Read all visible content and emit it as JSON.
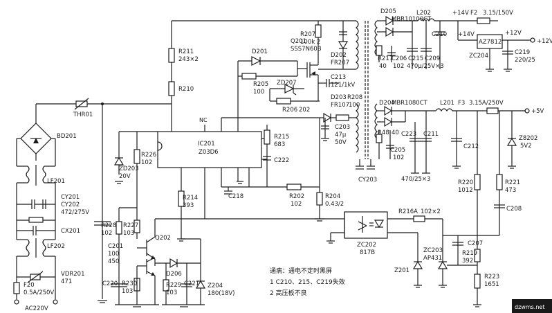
{
  "components": {
    "bd201": "BD201",
    "lf201": "LF201",
    "cy201": "CY201",
    "cy202": "CY202",
    "cy202_val": "472/275V",
    "cx201": "CX201",
    "lf202": "LF202",
    "vdr201": "VDR201",
    "vdr201_val": "471",
    "f20": "F20",
    "f20_val": "0.5A/250V",
    "ac_in": "AC220V",
    "thr01": "THR01",
    "r211": "R211",
    "r211_val": "243×2",
    "r210": "R210",
    "r207": "R207",
    "r207_val": "100k 2",
    "d201": "D201",
    "q201": "Q201",
    "q201_val": "SSS7N60B",
    "d202": "D202",
    "d202_val": "FR207",
    "r205": "R205",
    "r205_val": "100",
    "zd207": "ZD207",
    "c213": "C213",
    "c213_val": "121/1kV",
    "r206": "R206",
    "r206_val": "202",
    "d203": "D203",
    "d203_val": "FR107",
    "r208": "R208",
    "r208_val": "100",
    "c203": "C203",
    "c203_val1": "47μ",
    "c203_val2": "50V",
    "ic201": "IC201",
    "ic201_val": "Z03D6",
    "ic_nc": "NC",
    "r215": "R215",
    "r215_val": "683",
    "c222": "C222",
    "c218": "C218",
    "r202": "R202",
    "r202_val": "102",
    "r204": "R204",
    "r204_val": "0.43/2",
    "r226": "R226",
    "r226_val": "102",
    "zd203": "ZD203",
    "zd203_val": "20V",
    "r214": "R214",
    "r214_val": "393",
    "r228": "R228",
    "r228_val": "102",
    "r227": "R227",
    "r227_val": "103",
    "q202": "Q202",
    "c201": "C201",
    "c201_val1": "100",
    "c201_val2": "450",
    "c220": "C220",
    "r230": "R230",
    "r230_val": "103",
    "d206": "D206",
    "r229": "R229",
    "r229_val": "103",
    "c221": "C221",
    "z204": "Z204",
    "z204_val": "180(18V)",
    "d205": "D205",
    "d205_val": "MBR10100CT",
    "l202": "L202",
    "v14": "+14V",
    "f2": "F2",
    "f2_val": "3.15/150V",
    "r217": "R217",
    "r217_val": "40",
    "c206": "C206",
    "c206_val": "102",
    "c215": "C215",
    "c209": "C209",
    "c209_val": "470μ/25V×3",
    "c210": "C210",
    "v14b": "+14V",
    "az7812": "AZ7812",
    "zc204": "ZC204",
    "v12": "+12V",
    "v12out": "+12V",
    "c219": "C219",
    "c219_val": "220/25",
    "d204": "D204",
    "d204_val": "MBR1080CT",
    "l201": "L201",
    "f3": "F3",
    "f3_val": "3.15A/250V",
    "v5": "+5V",
    "r48": "R48",
    "r48_val": "40",
    "c223": "C223",
    "c211": "C211",
    "c205": "C205",
    "c205_val": "102",
    "c_bank": "470/25×3",
    "c212": "C212",
    "z8202": "Z8202",
    "z8202_val": "5V2",
    "r220": "R220",
    "r220_val": "1012",
    "r221": "R221",
    "r221_val": "473",
    "cy203": "CY203",
    "r216a": "R216A",
    "r216a_val": "102×2",
    "c208": "C208",
    "zc202": "ZC202",
    "zc202_val": "817B",
    "c207": "C207",
    "zc203": "ZC203",
    "zc203_val": "AP431",
    "r219": "R219",
    "r219_val": "392",
    "z201": "Z201",
    "r223": "R223",
    "r223_val": "1651"
  },
  "notes": {
    "title": "通病：通电不定时黑屏",
    "line1": "1 C210、215、C219失效",
    "line2": "2 高压板不良"
  },
  "watermark": "dzwms.net"
}
